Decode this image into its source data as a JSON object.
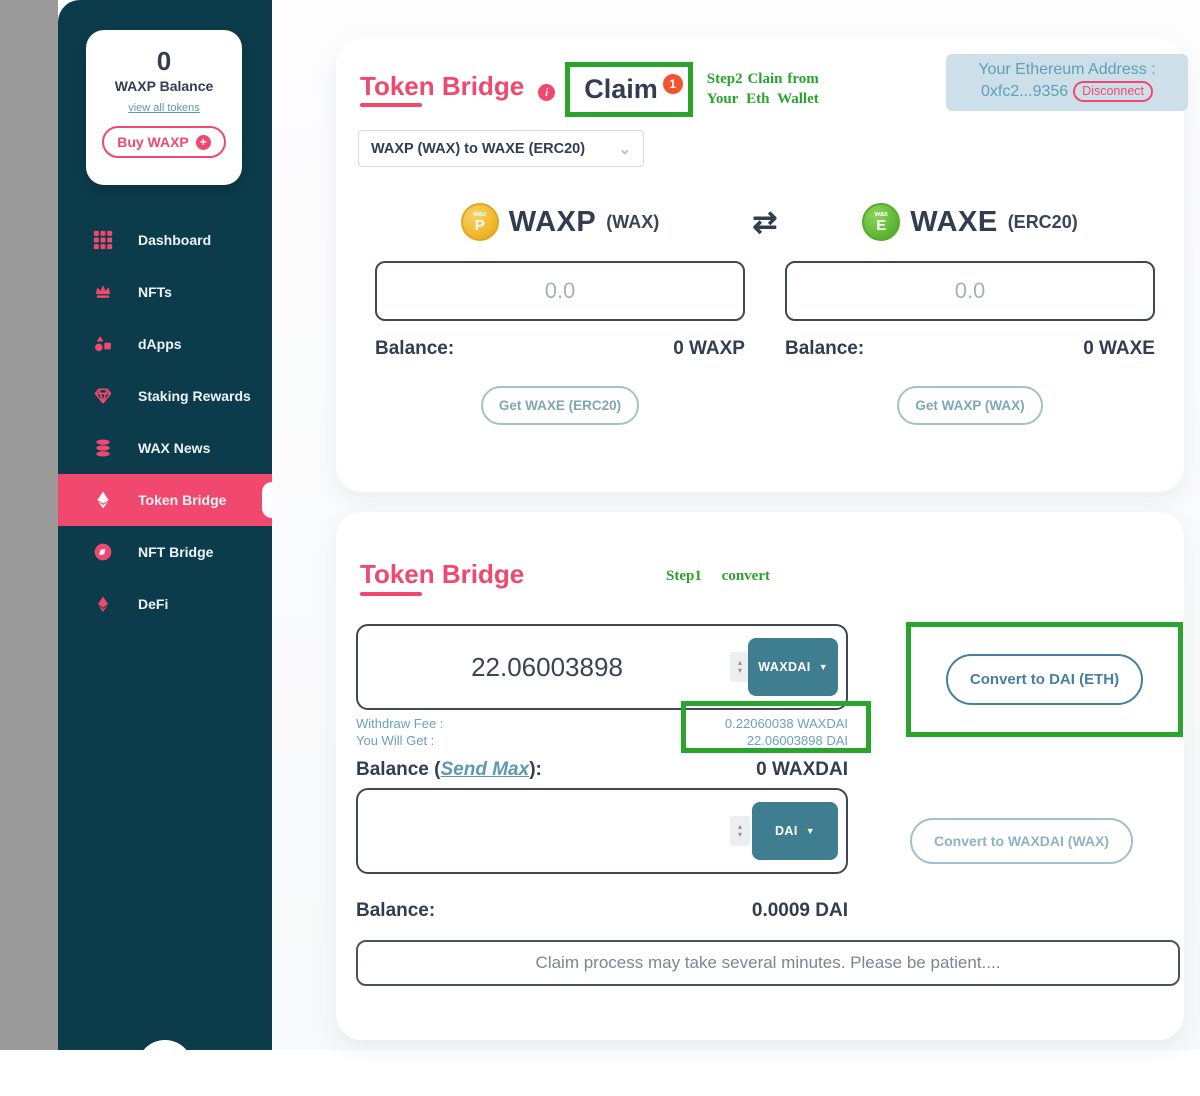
{
  "colors": {
    "sidebar_bg": "#0c3c4c",
    "accent_pink": "#f0486e",
    "teal_button": "#3f7e91",
    "dark_text": "#333d51",
    "teal_text": "#6aa3b5",
    "annotation_green": "#2aa42d",
    "address_box_bg": "#cde0ea",
    "badge_orange": "#f45331",
    "left_strip_gray": "#9a9a9a"
  },
  "icons": {
    "plus": "+",
    "info": "i",
    "swap": "⇄",
    "select_chevron": "⌄",
    "dropdown_caret": "▼",
    "spin_up": "▴",
    "spin_down": "▾"
  },
  "sidebar": {
    "balance_card": {
      "amount": "0",
      "label": "WAXP Balance",
      "view_all_link": "view all tokens",
      "buy_button": "Buy WAXP"
    },
    "items": [
      {
        "label": "Dashboard"
      },
      {
        "label": "NFTs"
      },
      {
        "label": "dApps"
      },
      {
        "label": "Staking Rewards"
      },
      {
        "label": "WAX News"
      },
      {
        "label": "Token Bridge"
      },
      {
        "label": "NFT Bridge"
      },
      {
        "label": "DeFi"
      }
    ]
  },
  "claim_card": {
    "title": "Token Bridge",
    "claim_label": "Claim",
    "claim_badge": "1",
    "step2_note": "Step2 Clain from Your Eth Wallet",
    "address": {
      "label": "Your Ethereum Address :",
      "value": "0xfc2...9356",
      "disconnect": "Disconnect"
    },
    "pair_select": "WAXP (WAX) to WAXE (ERC20)",
    "left": {
      "symbol": "WAXP",
      "network": "(WAX)",
      "coin_small": "wax",
      "coin_letter": "P",
      "placeholder": "0.0",
      "balance_label": "Balance:",
      "balance_value": "0 WAXP",
      "get_button": "Get WAXE (ERC20)"
    },
    "right": {
      "symbol": "WAXE",
      "network": "(ERC20)",
      "coin_small": "wax",
      "coin_letter": "E",
      "placeholder": "0.0",
      "balance_label": "Balance:",
      "balance_value": "0 WAXE",
      "get_button": "Get WAXP (WAX)"
    }
  },
  "convert_card": {
    "title": "Token Bridge",
    "step1_note": "Step1 convert",
    "from_value": "22.06003898",
    "from_token": "WAXDAI",
    "withdraw_fee_label": "Withdraw Fee :",
    "withdraw_fee_value": "0.22060038 WAXDAI",
    "you_will_get_label": "You Will Get :",
    "you_will_get_value": "22.06003898 DAI",
    "balance_prefix": "Balance (",
    "send_max": "Send Max",
    "balance_suffix": "):",
    "from_balance_value": "0 WAXDAI",
    "convert_dai_button": "Convert to DAI (ETH)",
    "to_value": "",
    "to_token": "DAI",
    "to_balance_label": "Balance:",
    "to_balance_value": "0.0009 DAI",
    "convert_waxdai_button": "Convert to WAXDAI (WAX)",
    "notice": "Claim process may take several minutes. Please be patient...."
  }
}
